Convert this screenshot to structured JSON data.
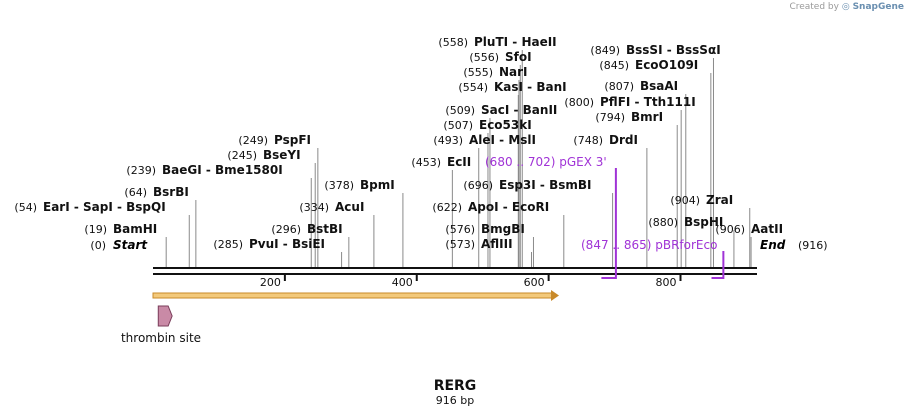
{
  "credit": {
    "prefix": "Created by",
    "brand": "SnapGene"
  },
  "sequence": {
    "name": "RERG",
    "length_label": "916 bp",
    "length": 916
  },
  "ruler": {
    "ticks": [
      200,
      400,
      600,
      800
    ]
  },
  "sites": [
    {
      "pos": "(558)",
      "name": "PluTI  -  HaeII",
      "bp": 560
    },
    {
      "pos": "(556)",
      "name": "SfoI",
      "bp": 557
    },
    {
      "pos": "(555)",
      "name": "NarI",
      "bp": 555
    },
    {
      "pos": "(554)",
      "name": "KasI  -  BanI",
      "bp": 554
    },
    {
      "pos": "(509)",
      "name": "SacI  -  BanII",
      "bp": 511
    },
    {
      "pos": "(507)",
      "name": "Eco53kI",
      "bp": 508
    },
    {
      "pos": "(493)",
      "name": "AleI  -  MslI",
      "bp": 494
    },
    {
      "pos": "(453)",
      "name": "EcII",
      "bp": 454
    },
    {
      "pos": "(849)",
      "name": "BssSI  -  BssSαI",
      "bp": 850
    },
    {
      "pos": "(845)",
      "name": "EcoO109I",
      "bp": 846
    },
    {
      "pos": "(807)",
      "name": "BsaAI",
      "bp": 808
    },
    {
      "pos": "(800)",
      "name": "PflFI  -  Tth111I",
      "bp": 801
    },
    {
      "pos": "(794)",
      "name": "BmrI",
      "bp": 795
    },
    {
      "pos": "(748)",
      "name": "DrdI",
      "bp": 749
    },
    {
      "pos": "(249)",
      "name": "PspFI",
      "bp": 250
    },
    {
      "pos": "(245)",
      "name": "BseYI",
      "bp": 246
    },
    {
      "pos": "(239)",
      "name": "BaeGI  -  Bme1580I",
      "bp": 240
    },
    {
      "pos": "(378)",
      "name": "BpmI",
      "bp": 379
    },
    {
      "pos": "(696)",
      "name": "Esp3I  -  BsmBI",
      "bp": 697
    },
    {
      "pos": "(64)",
      "name": "BsrBI",
      "bp": 65
    },
    {
      "pos": "(54)",
      "name": "EarI  -  SapI  -  BspQI",
      "bp": 55
    },
    {
      "pos": "(334)",
      "name": "AcuI",
      "bp": 335
    },
    {
      "pos": "(622)",
      "name": "ApoI  -  EcoRI",
      "bp": 623
    },
    {
      "pos": "(296)",
      "name": "BstBI",
      "bp": 297
    },
    {
      "pos": "(285)",
      "name": "PvuI  -  BsiEI",
      "bp": 286
    },
    {
      "pos": "(576)",
      "name": "BmgBI",
      "bp": 577
    },
    {
      "pos": "(573)",
      "name": "AflIII",
      "bp": 574
    },
    {
      "pos": "(19)",
      "name": "BamHI",
      "bp": 20
    },
    {
      "pos": "(904)",
      "name": "ZraI",
      "bp": 905
    },
    {
      "pos": "(880)",
      "name": "BspHI",
      "bp": 881
    },
    {
      "pos": "(906)",
      "name": "AatII",
      "bp": 907
    }
  ],
  "ends": {
    "start": {
      "pos": "(0)",
      "label": "Start"
    },
    "end": {
      "pos": "(916)",
      "label": "End"
    }
  },
  "primers": [
    {
      "range": "(680 .. 702)",
      "name": "pGEX 3'",
      "start": 680,
      "end": 702
    },
    {
      "range": "(847 .. 865)",
      "name": "pBRforEco",
      "start": 847,
      "end": 865
    }
  ],
  "features": [
    {
      "name": "thrombin site",
      "start": 8,
      "end": 26
    }
  ],
  "colors": {
    "primer": "#a033d6",
    "orf_fill": "#f3c97b",
    "orf_stroke": "#c98a2a",
    "thrombin_fill": "#c98aa6",
    "thrombin_stroke": "#7a3d5a"
  }
}
